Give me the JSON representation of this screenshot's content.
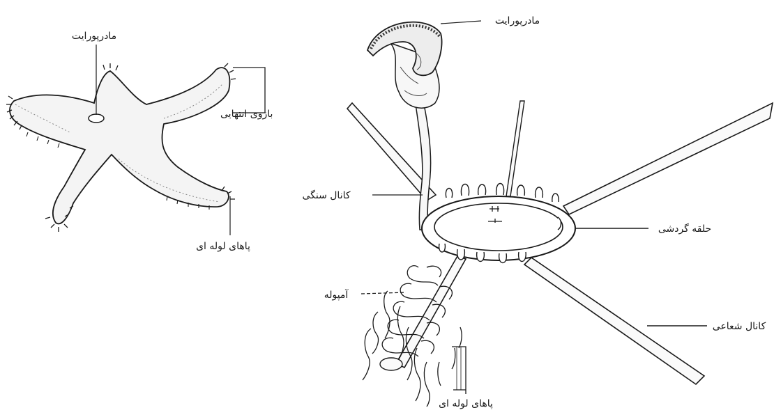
{
  "starfish": {
    "madreporite_label": "مادرپورایت",
    "terminal_arm_label": "بازوی انتهایی",
    "tube_feet_label": "پاهای لوله ای"
  },
  "water_vascular": {
    "madreporite_label": "مادرپورایت",
    "stone_canal_label": "کانال سنگی",
    "ring_canal_label": "حلقه گردشی",
    "radial_canal_label": "کانال شعاعی",
    "ampulla_label": "آمپوله",
    "tube_feet_label": "پاهای لوله ای"
  }
}
